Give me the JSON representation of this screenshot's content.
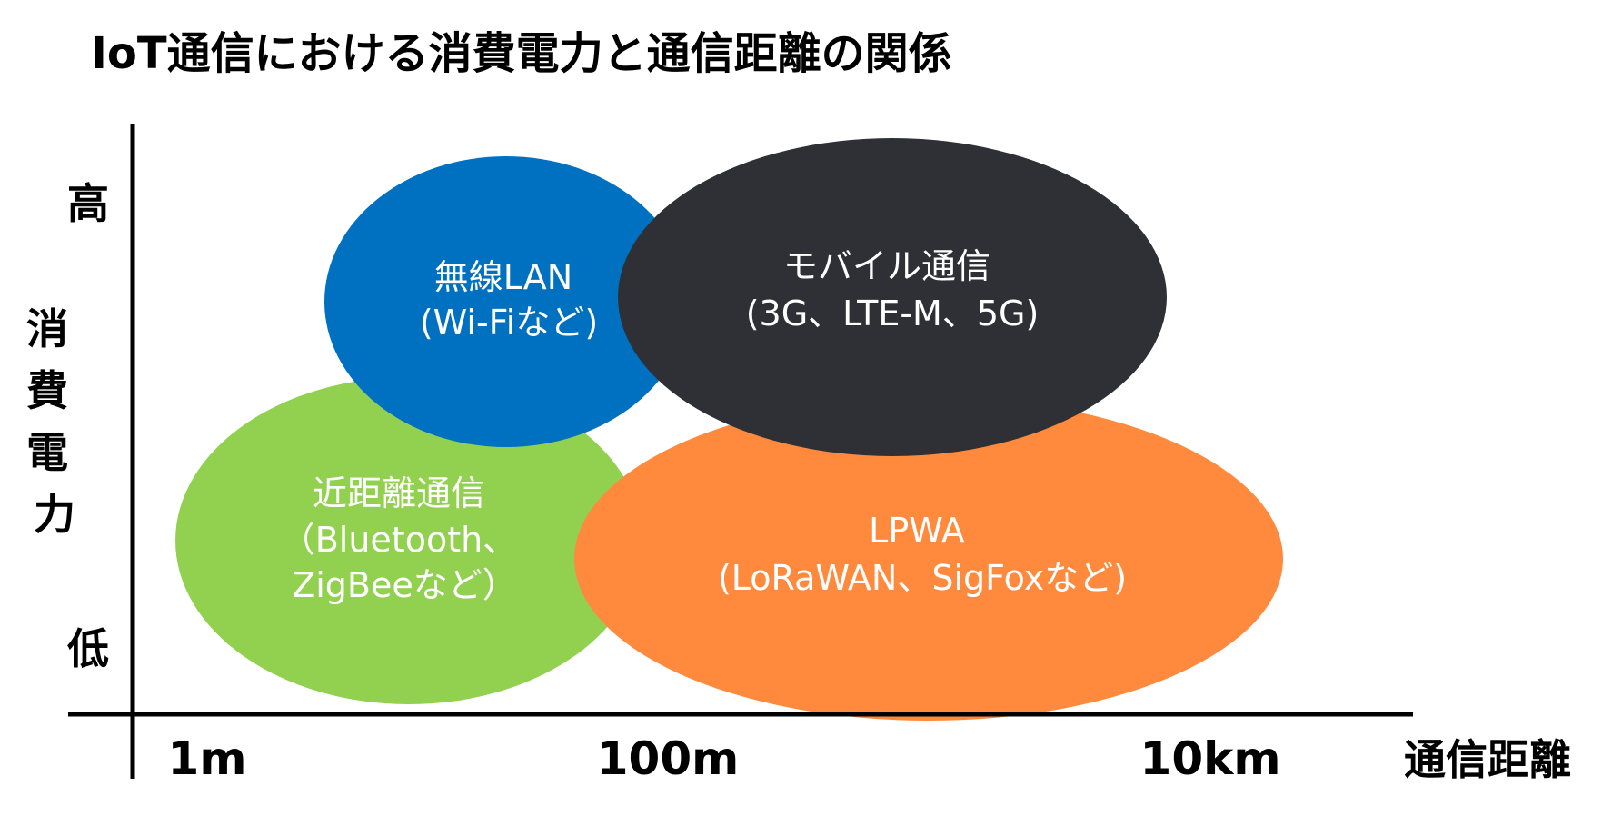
{
  "title": "IoT通信における消費電力と通信距離の関係",
  "y_axis": {
    "label_chars": [
      "消",
      "費",
      "電",
      "力"
    ],
    "high": "高",
    "low": "低"
  },
  "x_axis": {
    "label": "通信距離",
    "ticks": [
      "1m",
      "100m",
      "10km"
    ]
  },
  "colors": {
    "wifi": "#0070C0",
    "mobile": "#2E3035",
    "short_range": "#92D050",
    "lpwa": "#FF8A3D",
    "axis": "#000000",
    "bubble_text": "#ffffff"
  },
  "bubbles": {
    "wifi": {
      "line1": "無線LAN",
      "line2": "(Wi-Fiなど)"
    },
    "mobile": {
      "line1": "モバイル通信",
      "line2": "(3G、LTE-M、5G)"
    },
    "short_range": {
      "line1": "近距離通信",
      "line2": "（Bluetooth、",
      "line3": "ZigBeeなど）"
    },
    "lpwa": {
      "line1": "LPWA",
      "line2": "(LoRaWAN、SigFoxなど)"
    }
  }
}
